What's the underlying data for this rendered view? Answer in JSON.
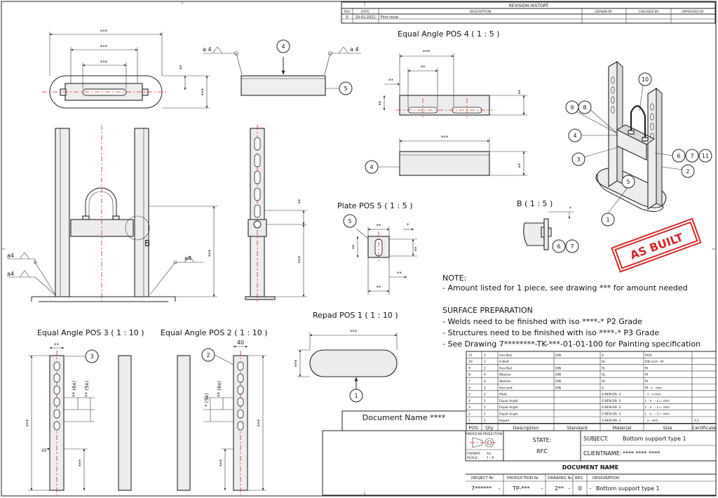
{
  "revision_history": {
    "title": "REVISION HISTORY",
    "headers": [
      "REV",
      "DATE",
      "DESCRIPTION",
      "DRAWN BY",
      "CHECKED BY",
      "APPROVED BY"
    ],
    "rows": [
      [
        "0",
        "19-01-2021",
        "First issue",
        "",
        "",
        ""
      ]
    ]
  },
  "views": {
    "pos4_title": "Equal Angle POS 4 ( 1 : 5 )",
    "plate5_title": "Plate POS 5 ( 1 : 5 )",
    "detail_b_title": "B ( 1 : 5 )",
    "repad1_title": "Repad POS 1 ( 1 : 10 )",
    "pos3_title": "Equal Angle POS 3 ( 1 : 10 )",
    "pos2_title": "Equal Angle POS 2 ( 1 : 10 )",
    "detail_b_marker": "B"
  },
  "dims": {
    "stars3": "***",
    "stars2": "**",
    "star1": "*",
    "forty": "40",
    "six_x": "(6x)",
    "five_x": "(5x)",
    "two_star_six": "** (6x)",
    "two_star_five": "** (5x)",
    "one_star_five": "* (5x)"
  },
  "welds": {
    "a4": "a4",
    "a_4": "a 4"
  },
  "balloons": {
    "b1": "1",
    "b2": "2",
    "b3": "3",
    "b4": "4",
    "b5": "5",
    "b6": "6",
    "b7": "7",
    "b8": "8",
    "b9": "9",
    "b10": "10",
    "b11": "11"
  },
  "stamp": "AS BUILT",
  "notes": {
    "note_title": "NOTE:",
    "note_lines": [
      "- Amount listed for 1 piece, see drawing *** for amount needed"
    ],
    "surface_title": "SURFACE PREPARATION",
    "surface_lines": [
      "- Welds need to be finished with iso ****-* P2 Grade",
      "- Structures need to be finished with iso ****-* P3 Grade",
      "- See Drawing 7********-TK-***-01-01-100 for Painting specification"
    ]
  },
  "bom": {
    "headers": [
      "POS.",
      "Qty",
      "Description",
      "Standard",
      "Material",
      "Size",
      "Certificate"
    ],
    "rows": [
      [
        "11",
        "2",
        "Hex Nut",
        "DIN",
        "A",
        "M10",
        ""
      ],
      [
        "10",
        "1",
        "U-Bolt",
        "",
        "St.",
        "DN  inch - M",
        ""
      ],
      [
        "9",
        "2",
        "Hex Nut",
        "DIN",
        "St.",
        "M",
        ""
      ],
      [
        "8",
        "4",
        "Washer",
        "DIN",
        "St.",
        "M",
        ""
      ],
      [
        "7",
        "4",
        "Washer",
        "DIN",
        "St.",
        "M",
        ""
      ],
      [
        "6",
        "2",
        "Hex bolt",
        "DIN",
        "A",
        "M · x · mm",
        ""
      ],
      [
        "5",
        "2",
        "Plate",
        "",
        "S   NEN-EN  -2",
        "· x · x  mm",
        ""
      ],
      [
        "4",
        "1",
        "Equal Angle",
        "",
        "S   NEN-EN  -2",
        "L · x · - L=· mm",
        ""
      ],
      [
        "3",
        "1",
        "Equal Angle",
        "",
        "S   NEN-EN  -2",
        "L · x · - L=· mm",
        ""
      ],
      [
        "2",
        "1",
        "Equal Angle",
        "",
        "S   NEN-EN  -2",
        "L · x · - L=· mm",
        ""
      ],
      [
        "1",
        "1",
        "Repad",
        "",
        "S   NEN-EN  -2",
        "· x · mm",
        "3.1"
      ]
    ]
  },
  "document_name_box": "Document Name ****",
  "title_block": {
    "projection": "AMERICAN PROJECTION",
    "format_label": "FORMAT:",
    "format_value": "A4",
    "scale_label": "SCALE:",
    "scale_value": "1 : 8",
    "state_label": "STATE:",
    "state_value": "RFC",
    "subject_label": "SUBJECT:",
    "subject_value": "Bottom support type 1",
    "client_label": "CLIENTNAME:",
    "client_value": "**** **** ****",
    "document_name": "DOCUMENT NAME",
    "project_label": "PROJECT Nr.",
    "production_label": "PRODUCTION Nr.",
    "drawing_label": "DRAWING Nr.",
    "rev_label": "REV.",
    "designation_label": "DESIGNATION",
    "project_value": "7******",
    "production_value": "TP-***",
    "drawing_value": "2**",
    "rev_value": "0",
    "designation_value": "Bottom support type 1",
    "sep": "-"
  }
}
